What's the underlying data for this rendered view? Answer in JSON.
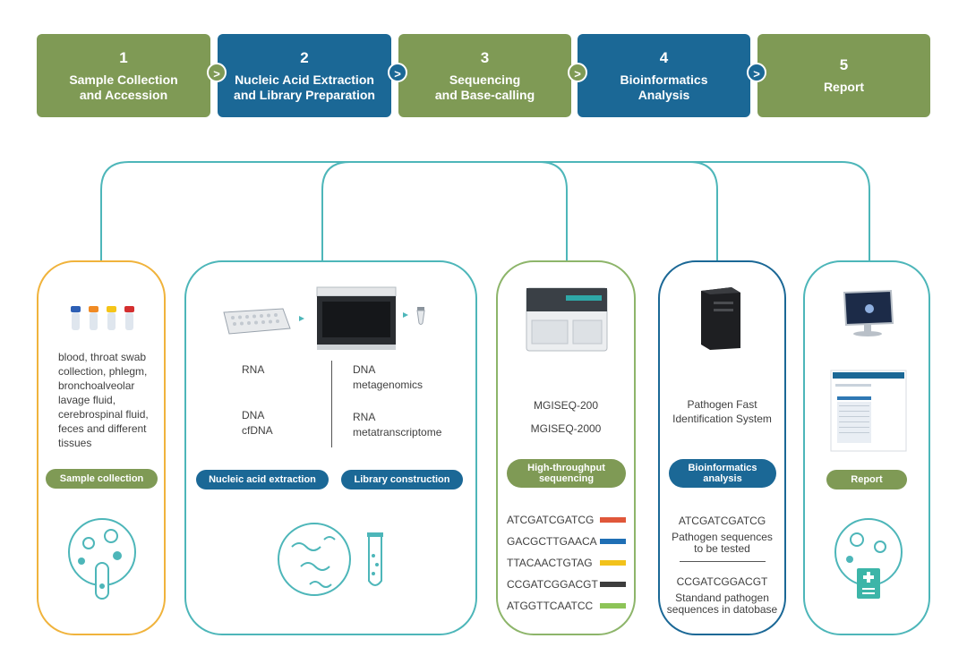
{
  "steps": [
    {
      "num": "1",
      "label": "Sample Collection\nand Accession"
    },
    {
      "num": "2",
      "label": "Nucleic Acid Extraction\nand Library Preparation"
    },
    {
      "num": "3",
      "label": "Sequencing\nand Base-calling"
    },
    {
      "num": "4",
      "label": "Bioinformatics\nAnalysis"
    },
    {
      "num": "5",
      "label": "Report"
    }
  ],
  "arrow_glyph": ">",
  "colors": {
    "green": "#7f9a55",
    "blue": "#1b6896",
    "teal": "#4db6b9",
    "orange": "#f0b33c"
  },
  "panel1": {
    "description": "blood, throat swab collection, phlegm, bronchoalveolar lavage fluid, cerebrospinal fluid, feces and different tissues",
    "pill": "Sample collection"
  },
  "panel2": {
    "rna": "RNA",
    "dna": "DNA",
    "cfdna": "cfDNA",
    "dna_meta": "DNA",
    "metagenomics": "metagenomics",
    "rna_meta": "RNA",
    "metatranscriptome": "metatranscriptome",
    "pill_extraction": "Nucleic acid extraction",
    "pill_library": "Library construction"
  },
  "panel3": {
    "model1": "MGISEQ-200",
    "model2": "MGISEQ-2000",
    "pill": "High-throughput\nsequencing",
    "sequences": [
      {
        "text": "ATCGATCGATCG",
        "color": "#e0573a"
      },
      {
        "text": "GACGCTTGAACA",
        "color": "#1f6fb5"
      },
      {
        "text": "TTACAACTGTAG",
        "color": "#f2c21b"
      },
      {
        "text": "CCGATCGGACGT",
        "color": "#3d3d3d"
      },
      {
        "text": "ATGGTTCAATCC",
        "color": "#8dc457"
      }
    ]
  },
  "panel4": {
    "system": "Pathogen Fast\nIdentification System",
    "pill": "Bioinformatics\nanalysis",
    "seq1": "ATCGATCGATCG",
    "caption1": "Pathogen sequences\nto be tested",
    "seq2": "CCGATCGGACGT",
    "caption2": "Standand pathogen\nsequences in datobase"
  },
  "panel5": {
    "pill": "Report"
  }
}
